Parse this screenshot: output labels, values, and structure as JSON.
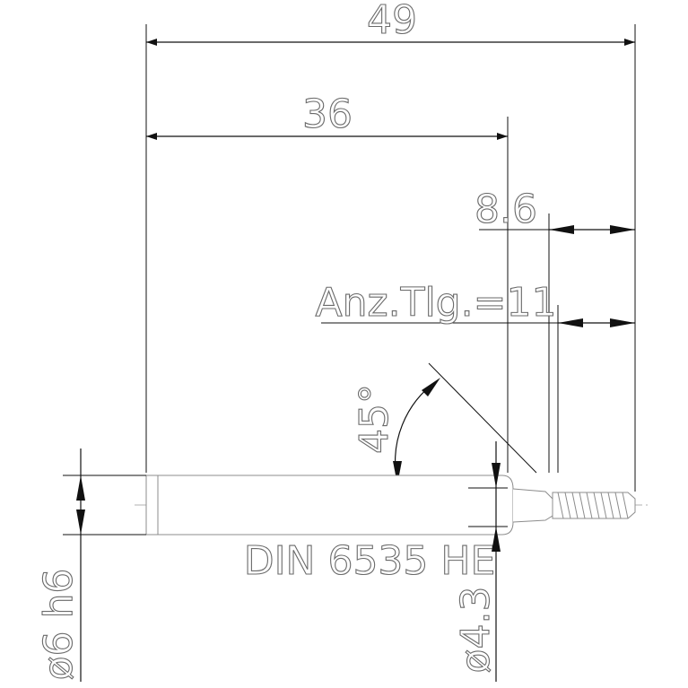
{
  "dimensions": {
    "overall_length": "49",
    "shank_length": "36",
    "thread_length": "8.6",
    "teeth_count": "Anz.Tlg.=11",
    "angle": "45°",
    "shank_diameter": "ø6 h6",
    "neck_diameter": "ø4.3"
  },
  "standard_label": "DIN 6535 HE",
  "colors": {
    "dimension_line": "#111111",
    "part_outline": "#8c8c8c",
    "text_outline": "#6a6a6a"
  }
}
